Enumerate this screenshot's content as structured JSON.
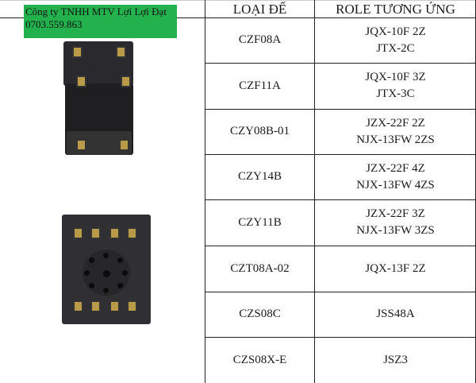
{
  "watermark": {
    "company": "Công ty TNHH MTV Lợi Lợi Đạt",
    "phone": "0703.559.863"
  },
  "table": {
    "headers": [
      "LOẠI ĐẾ",
      "ROLE TƯƠNG ỨNG"
    ],
    "rows": [
      {
        "socket": "CZF08A",
        "relays": [
          "JQX-10F 2Z",
          "JTX-2C"
        ]
      },
      {
        "socket": "CZF11A",
        "relays": [
          "JQX-10F 3Z",
          "JTX-3C"
        ]
      },
      {
        "socket": "CZY08B-01",
        "relays": [
          "JZX-22F 2Z",
          "NJX-13FW 2ZS"
        ]
      },
      {
        "socket": "CZY14B",
        "relays": [
          "JZX-22F 4Z",
          "NJX-13FW 4ZS"
        ]
      },
      {
        "socket": "CZY11B",
        "relays": [
          "JZX-22F 3Z",
          "NJX-13FW 3ZS"
        ]
      },
      {
        "socket": "CZT08A-02",
        "relays": [
          "JQX-13F 2Z"
        ]
      },
      {
        "socket": "CZS08C",
        "relays": [
          "JSS48A"
        ]
      },
      {
        "socket": "CZS08X-E",
        "relays": [
          "JSZ3"
        ]
      }
    ]
  }
}
